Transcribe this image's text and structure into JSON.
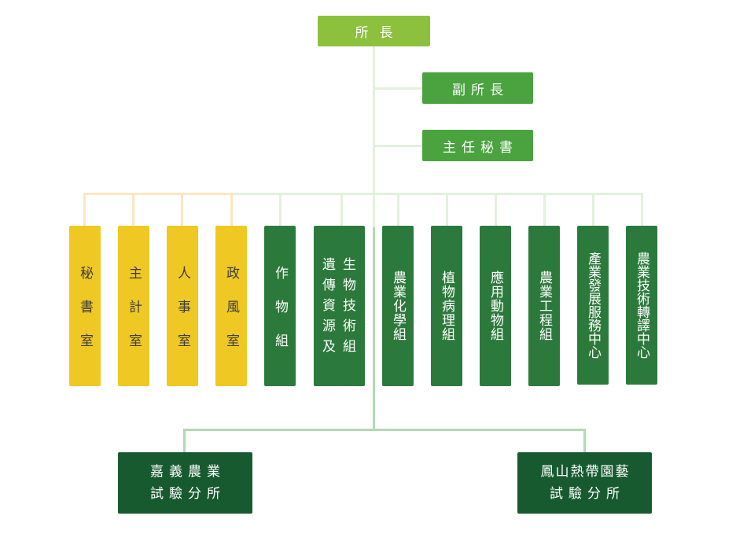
{
  "director": "所長",
  "deputy_director": "副所長",
  "chief_secretary": "主任秘書",
  "offices": [
    {
      "label": "秘書室",
      "type": "office"
    },
    {
      "label": "主計室",
      "type": "office"
    },
    {
      "label": "人事室",
      "type": "office"
    },
    {
      "label": "政風室",
      "type": "office"
    }
  ],
  "divisions": [
    {
      "label": "作物組"
    },
    {
      "label": "生物技術遺傳資源及組",
      "display": "遺生傳物資技源術及組"
    },
    {
      "label": "農業化學組"
    },
    {
      "label": "植物病理組"
    },
    {
      "label": "應用動物組"
    },
    {
      "label": "農業工程組"
    },
    {
      "label": "產業發展服務中心",
      "display": "產業發展服務中心"
    },
    {
      "label": "農業技術轉譯中心"
    }
  ],
  "branches": [
    {
      "line1": "嘉義農業",
      "line2": "試驗分所"
    },
    {
      "line1": "鳳山熱帶園藝",
      "line2": "試驗分所"
    }
  ],
  "colors": {
    "director": "#8cc13d",
    "tier2": "#4aa33f",
    "office": "#efc823",
    "division": "#2c7a3b",
    "branch": "#185a30",
    "connector_green": "#e3f1dc",
    "connector_yellow": "#fde6bd",
    "connector_lower": "#b3d9b1"
  }
}
